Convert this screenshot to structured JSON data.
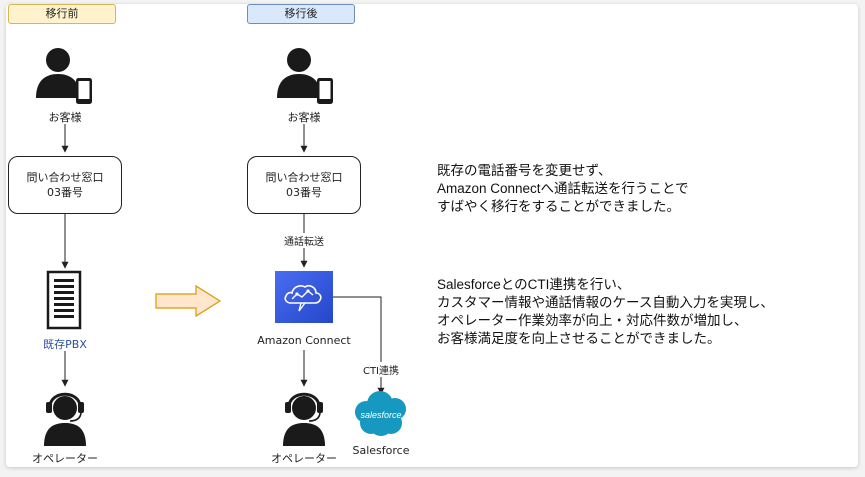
{
  "before": {
    "tag": "移行前",
    "customer_label": "お客様",
    "box_line1": "問い合わせ窓口",
    "box_line2": "03番号",
    "pbx_label": "既存PBX",
    "operator_label": "オペレーター"
  },
  "after": {
    "tag": "移行後",
    "customer_label": "お客様",
    "box_line1": "問い合わせ窓口",
    "box_line2": "03番号",
    "transfer_label": "通話転送",
    "connect_label": "Amazon Connect",
    "cti_label": "CTI連携",
    "operator_label": "オペレーター",
    "salesforce_logo_text": "salesforce",
    "salesforce_label": "Salesforce"
  },
  "description": {
    "para1": [
      "既存の電話番号を変更せず、",
      "Amazon Connectへ通話転送を行うことで",
      "すばやく移行をすることができました。"
    ],
    "para2": [
      "SalesforceとのCTI連携を行い、",
      "カスタマー情報や通話情報のケース自動入力を実現し、",
      "オペレーター作業効率が向上・対応件数が増加し、",
      "お客様満足度を向上させることができました。"
    ]
  },
  "colors": {
    "before_tag_fill": "#fff2cc",
    "after_tag_fill": "#dae8fc",
    "arrow_fill": "#ffe6cc",
    "arrow_stroke": "#d79b00",
    "connect_blue": "#2f5bd8",
    "salesforce_blue": "#1798c1",
    "person": "#1a1a1a"
  }
}
